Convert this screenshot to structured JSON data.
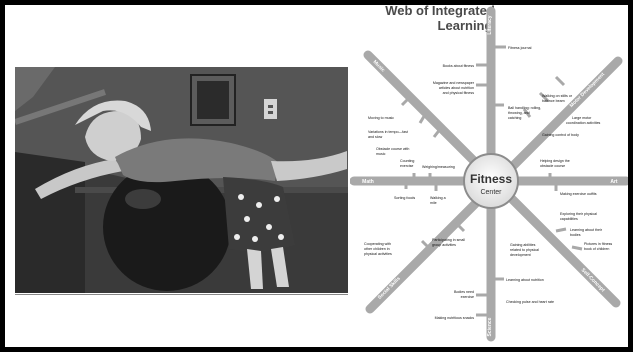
{
  "title_line1": "Web of Integrated",
  "title_line2": "Learning",
  "center": {
    "title": "Fitness",
    "subtitle": "Center"
  },
  "spokes": {
    "top": "Literacy",
    "top_left": "Music",
    "top_right": "Motor Development",
    "left": "Math",
    "right": "Art",
    "bottom_left": "Social Skills",
    "bottom_right": "Self-Concept",
    "bottom": "Science"
  },
  "activities": {
    "fitness_journal": "Fitness journal",
    "books_about_fitness": "Books about fitness",
    "magazine_1": "Magazine and newspaper",
    "magazine_2": "articles about nutrition",
    "magazine_3": "and physical fitness",
    "moving_to_music": "Moving to music",
    "variations_1": "Variations in tempo—fast",
    "variations_2": "and slow",
    "obstacle_music_1": "Obstacle course with",
    "obstacle_music_2": "music",
    "walking_stilts_1": "Walking on stilts or",
    "walking_stilts_2": "balance beam",
    "ball_1": "Ball handling: rolling,",
    "ball_2": "throwing, and",
    "ball_3": "catching",
    "large_motor_1": "Large motor",
    "large_motor_2": "coordination activities",
    "gaining_control": "Gaining control of body",
    "counting_1": "Counting",
    "counting_2": "exercise",
    "weighing": "Weighing/measuring",
    "sorting_foods": "Sorting foods",
    "walking_mile_1": "Walking a",
    "walking_mile_2": "mile",
    "helping_design_1": "Helping design the",
    "helping_design_2": "obstacle course",
    "exercise_outfits": "Making exercise outfits",
    "exploring_1": "Exploring their physical",
    "exploring_2": "capabilities",
    "learning_bodies_1": "Learning about their",
    "learning_bodies_2": "bodies",
    "pictures_1": "Pictures in fitness",
    "pictures_2": "book of children",
    "cooperating_1": "Cooperating with",
    "cooperating_2": "other children in",
    "cooperating_3": "physical activities",
    "participating_1": "Participating in small",
    "participating_2": "group activities",
    "gaining_skills_1": "Gaining abilities",
    "gaining_skills_2": "related to physical",
    "gaining_skills_3": "development",
    "learning_nutrition": "Learning about nutrition",
    "bodies_need_1": "Bodies need",
    "bodies_need_2": "exercise",
    "checking_pulse": "Checking pulse and heart rate",
    "making_snacks": "Making nutritious snacks"
  },
  "colors": {
    "spoke": "#a9a9a9",
    "spoke_edge": "#8c8c8c",
    "center_fill": "#ededed",
    "photo_bg": "#2e2e2e",
    "ball": "#1a1a1a"
  }
}
